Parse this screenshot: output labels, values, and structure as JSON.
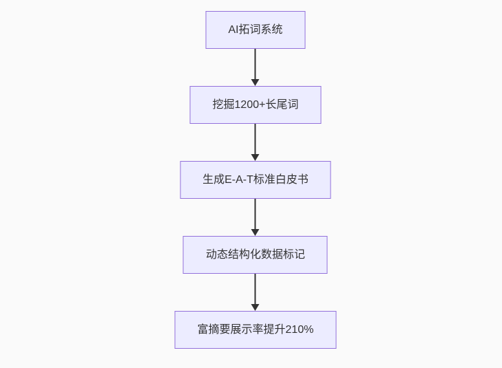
{
  "diagram": {
    "type": "flowchart",
    "direction": "top-down",
    "nodes": [
      {
        "label": "AI拓词系统"
      },
      {
        "label": "挖掘1200+长尾词"
      },
      {
        "label": "生成E-A-T标准白皮书"
      },
      {
        "label": "动态结构化数据标记"
      },
      {
        "label": "富摘要展示率提升210%"
      }
    ],
    "edges": [
      {
        "from": 0,
        "to": 1
      },
      {
        "from": 1,
        "to": 2
      },
      {
        "from": 2,
        "to": 3
      },
      {
        "from": 3,
        "to": 4
      }
    ],
    "colors": {
      "bg": "#fafafa",
      "node_fill": "#ECECFF",
      "node_border": "#9370DB",
      "node_text": "#333333",
      "arrow": "#333333"
    }
  }
}
